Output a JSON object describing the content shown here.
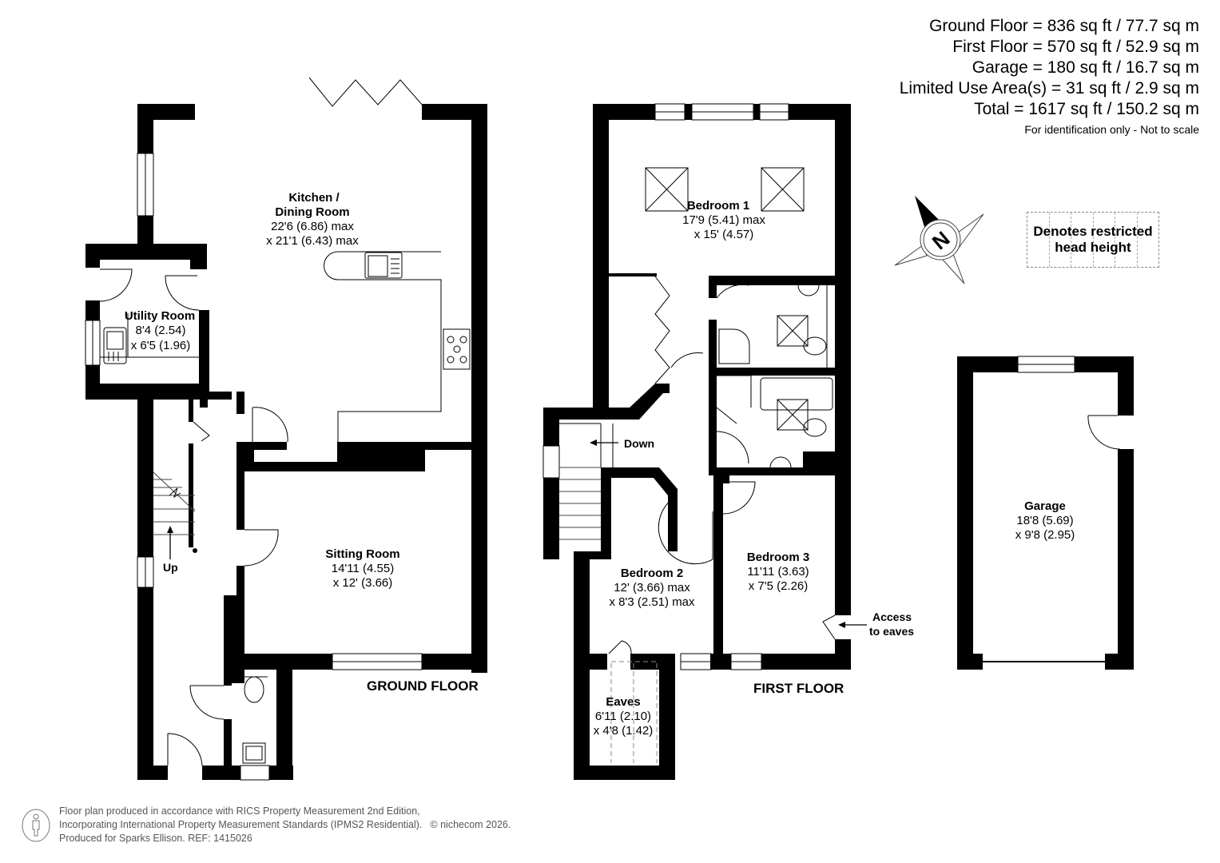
{
  "areas": {
    "ground_floor": "Ground Floor = 836 sq ft / 77.7 sq m",
    "first_floor": "First Floor = 570 sq ft / 52.9 sq m",
    "garage": "Garage = 180 sq ft / 16.7 sq m",
    "limited_use": "Limited Use Area(s) = 31 sq ft / 2.9 sq m",
    "total": "Total = 1617 sq ft / 150.2 sq m",
    "note": "For identification only - Not to scale"
  },
  "compass": {
    "icon": "compass-north-icon",
    "label": "N"
  },
  "legend": {
    "line1": "Denotes restricted",
    "line2": "head height"
  },
  "ground_floor": {
    "label": "GROUND FLOOR",
    "stairs_label": "Up",
    "rooms": [
      {
        "name": "Kitchen /",
        "name2": "Dining Room",
        "dim1": "22'6 (6.86) max",
        "dim2": "x 21'1 (6.43) max"
      },
      {
        "name": "Utility Room",
        "dim1": "8'4 (2.54)",
        "dim2": "x 6'5 (1.96)"
      },
      {
        "name": "Sitting Room",
        "dim1": "14'11 (4.55)",
        "dim2": "x 12' (3.66)"
      }
    ]
  },
  "first_floor": {
    "label": "FIRST FLOOR",
    "stairs_label": "Down",
    "eaves_access": {
      "line1": "Access",
      "line2": "to eaves"
    },
    "rooms": [
      {
        "name": "Bedroom 1",
        "dim1": "17'9 (5.41) max",
        "dim2": "x 15' (4.57)"
      },
      {
        "name": "Bedroom 2",
        "dim1": "12' (3.66) max",
        "dim2": "x 8'3 (2.51) max"
      },
      {
        "name": "Bedroom 3",
        "dim1": "11'11 (3.63)",
        "dim2": "x 7'5 (2.26)"
      },
      {
        "name": "Eaves",
        "dim1": "6'11 (2.10)",
        "dim2": "x 4'8 (1.42)"
      }
    ]
  },
  "garage": {
    "rooms": [
      {
        "name": "Garage",
        "dim1": "18'8 (5.69)",
        "dim2": "x 9'8 (2.95)"
      }
    ]
  },
  "footer": {
    "line1": "Floor plan produced in accordance with RICS Property Measurement 2nd Edition,",
    "line2": "Incorporating International Property Measurement Standards (IPMS2 Residential).",
    "copyright": "© nichecom 2026.",
    "line3": "Produced for Sparks Ellison.   REF: 1415026"
  }
}
